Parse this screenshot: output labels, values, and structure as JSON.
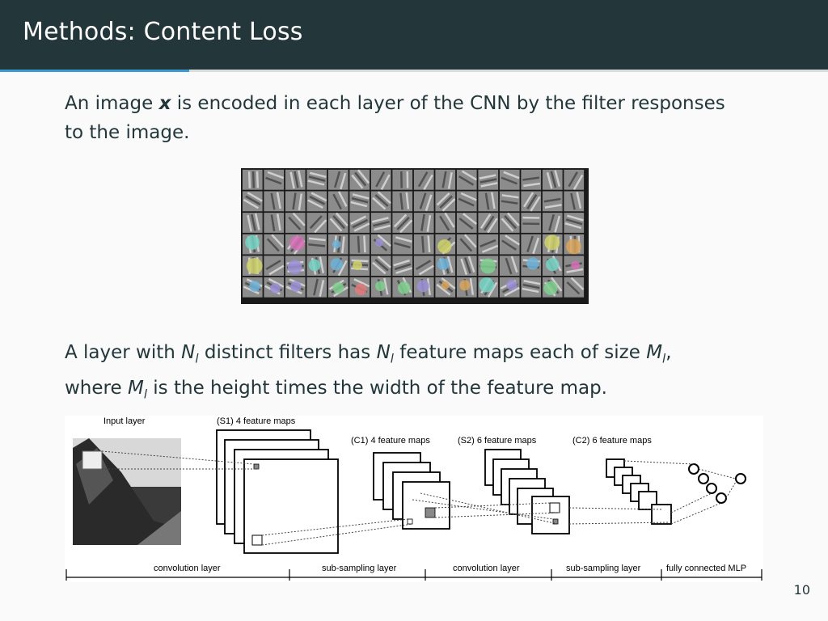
{
  "slide": {
    "title": "Methods: Content Loss",
    "page_number": "10"
  },
  "para1": {
    "t1": "An image ",
    "x": "x",
    "t2": " is encoded in each layer of the CNN by the filter responses to the image."
  },
  "para2": {
    "t1": "A layer with ",
    "N": "N",
    "l": "l",
    "t2": " distinct filters has ",
    "t3": " feature maps each of size ",
    "M": "M",
    "t4": ",",
    "t5": "where ",
    "t6": " is the height times the width of the feature map."
  },
  "cnn_diagram": {
    "labels": {
      "input_layer": "Input layer",
      "s1": "(S1) 4 feature maps",
      "c1": "(C1) 4 feature maps",
      "s2": "(S2) 6 feature maps",
      "c2": "(C2) 6 feature maps"
    },
    "bottom_labels": {
      "conv1": "convolution layer",
      "sub1": "sub-sampling layer",
      "conv2": "convolution layer",
      "sub2": "sub-sampling layer",
      "mlp": "fully connected MLP"
    }
  },
  "colors": {
    "header_bg": "#23373b",
    "accent_blue": "#3b9ad6",
    "text": "#23373b"
  }
}
